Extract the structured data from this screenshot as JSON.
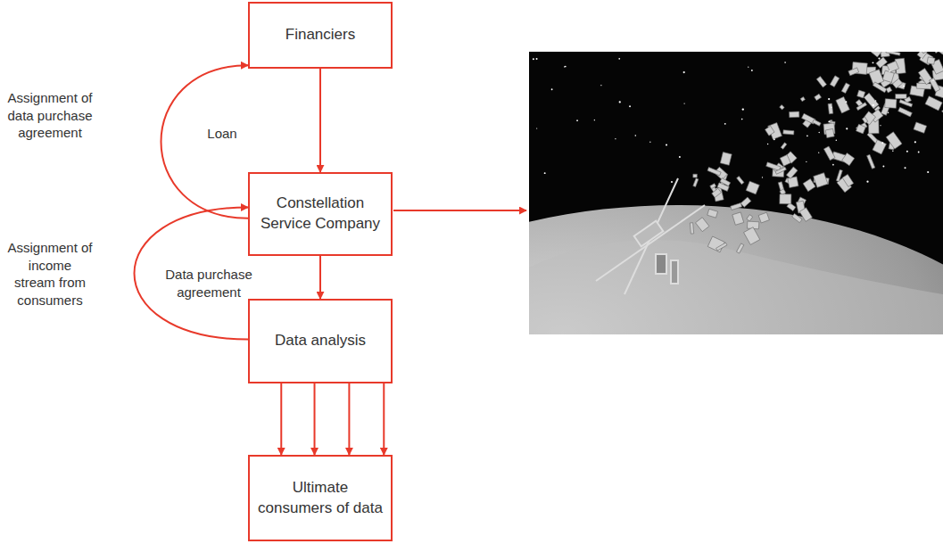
{
  "diagram": {
    "nodes": [
      {
        "text": [
          "Financiers"
        ]
      },
      {
        "text": [
          "Constellation Service Company"
        ]
      },
      {
        "text": [
          "Data analysis"
        ]
      },
      {
        "text": [
          "Ultimate consumers of data"
        ]
      }
    ],
    "edges": [
      {
        "from": 0,
        "to": 1,
        "arrow": "to",
        "label": "Loan"
      },
      {
        "from": 1,
        "to": 0,
        "arrow": "to",
        "label": "Assignment of data purchase agreement"
      },
      {
        "from": 1,
        "to": 2,
        "arrow": "to",
        "label": "Data purchase agreement"
      },
      {
        "from": 2,
        "to": 1,
        "arrow": "to",
        "label": "Assignment of income stream from consumers"
      },
      {
        "from": 2,
        "to": 3,
        "arrow": "to"
      },
      {
        "from": 2,
        "to": 3,
        "arrow": "to"
      },
      {
        "from": 2,
        "to": 3,
        "arrow": "to"
      },
      {
        "from": 2,
        "to": 3,
        "arrow": "to"
      }
    ]
  }
}
